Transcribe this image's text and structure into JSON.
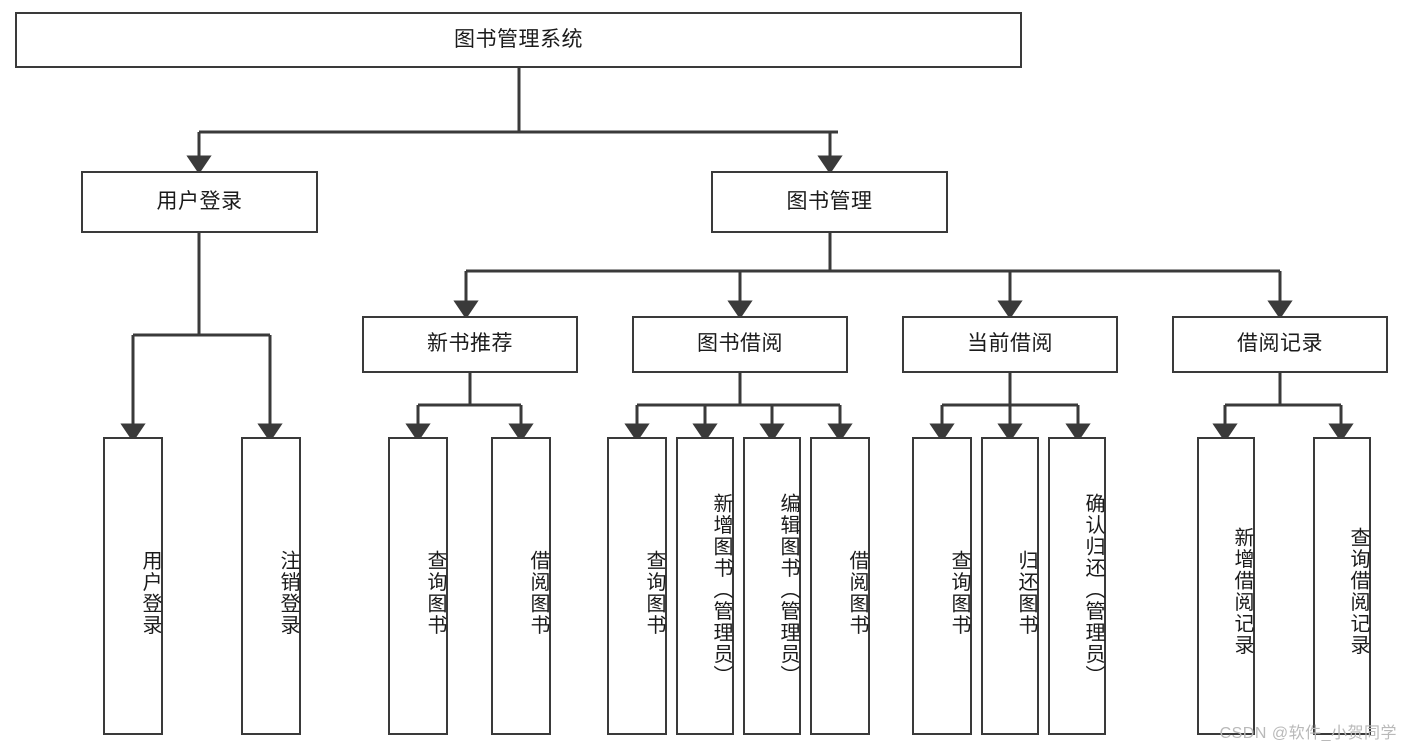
{
  "diagram": {
    "type": "tree-hierarchy",
    "title": "图书管理系统",
    "watermark": "CSDN @软件_小贺同学",
    "colors": {
      "box_border": "#3a3a3a",
      "box_fill": "#ffffff",
      "connector": "#3a3a3a",
      "text": "#1b1b1b",
      "watermark": "#b9b9b9",
      "background": "#ffffff"
    },
    "root": {
      "label": "图书管理系统"
    },
    "level2": [
      {
        "id": "user-login",
        "label": "用户登录"
      },
      {
        "id": "book-manage",
        "label": "图书管理"
      }
    ],
    "level3": [
      {
        "id": "new-book-recommend",
        "label": "新书推荐",
        "parent": "book-manage"
      },
      {
        "id": "book-borrow",
        "label": "图书借阅",
        "parent": "book-manage"
      },
      {
        "id": "current-borrow",
        "label": "当前借阅",
        "parent": "book-manage"
      },
      {
        "id": "borrow-record",
        "label": "借阅记录",
        "parent": "book-manage"
      }
    ],
    "leaves": {
      "user-login": [
        {
          "id": "leaf-user-login",
          "label": "用户登录"
        },
        {
          "id": "leaf-user-logout",
          "label": "注销登录"
        }
      ],
      "new-book-recommend": [
        {
          "id": "leaf-query-book-1",
          "label": "查询图书"
        },
        {
          "id": "leaf-borrow-book-1",
          "label": "借阅图书"
        }
      ],
      "book-borrow": [
        {
          "id": "leaf-query-book-2",
          "label": "查询图书"
        },
        {
          "id": "leaf-add-book",
          "label": "新增图书（管理员）"
        },
        {
          "id": "leaf-edit-book",
          "label": "编辑图书（管理员）"
        },
        {
          "id": "leaf-borrow-book-2",
          "label": "借阅图书"
        }
      ],
      "current-borrow": [
        {
          "id": "leaf-query-book-3",
          "label": "查询图书"
        },
        {
          "id": "leaf-return-book",
          "label": "归还图书"
        },
        {
          "id": "leaf-confirm-return",
          "label": "确认归还（管理员）"
        }
      ],
      "borrow-record": [
        {
          "id": "leaf-add-record",
          "label": "新增借阅记录"
        },
        {
          "id": "leaf-query-record",
          "label": "查询借阅记录"
        }
      ]
    }
  }
}
